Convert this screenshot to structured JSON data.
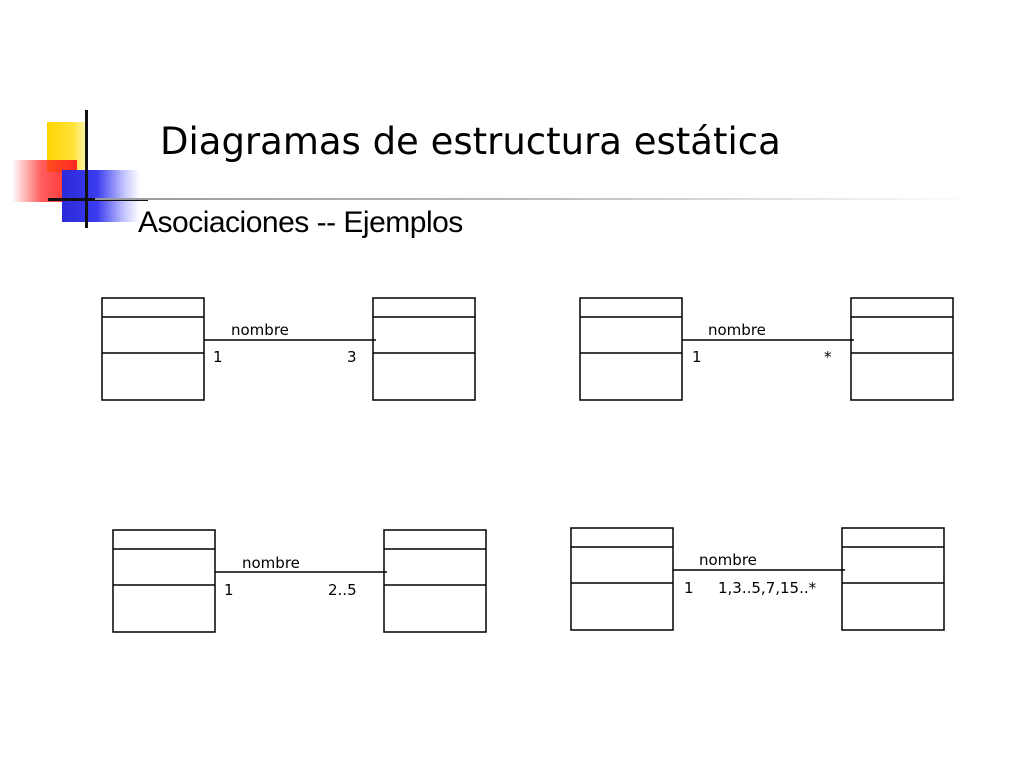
{
  "slide": {
    "title": "Diagramas de estructura estática",
    "subtitle": "Asociaciones   --  Ejemplos"
  },
  "examples": [
    {
      "association_name": "nombre",
      "left_multiplicity": "1",
      "right_multiplicity": "3"
    },
    {
      "association_name": "nombre",
      "left_multiplicity": "1",
      "right_multiplicity": "*"
    },
    {
      "association_name": "nombre",
      "left_multiplicity": "1",
      "right_multiplicity": "2..5"
    },
    {
      "association_name": "nombre",
      "left_multiplicity": "1",
      "right_multiplicity": "1,3..5,7,15..*"
    }
  ]
}
